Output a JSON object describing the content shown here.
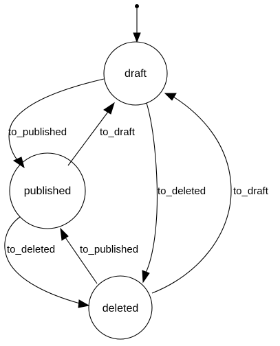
{
  "diagram": {
    "type": "state-machine",
    "initial_state": "draft",
    "nodes": [
      {
        "id": "draft",
        "label": "draft"
      },
      {
        "id": "published",
        "label": "published"
      },
      {
        "id": "deleted",
        "label": "deleted"
      }
    ],
    "edges": [
      {
        "id": "draft-to-published",
        "from": "draft",
        "to": "published",
        "label": "to_published"
      },
      {
        "id": "published-to-draft",
        "from": "published",
        "to": "draft",
        "label": "to_draft"
      },
      {
        "id": "draft-to-deleted",
        "from": "draft",
        "to": "deleted",
        "label": "to_deleted"
      },
      {
        "id": "deleted-to-draft",
        "from": "deleted",
        "to": "draft",
        "label": "to_draft"
      },
      {
        "id": "published-to-deleted",
        "from": "published",
        "to": "deleted",
        "label": "to_deleted"
      },
      {
        "id": "deleted-to-published",
        "from": "deleted",
        "to": "published",
        "label": "to_published"
      }
    ]
  }
}
